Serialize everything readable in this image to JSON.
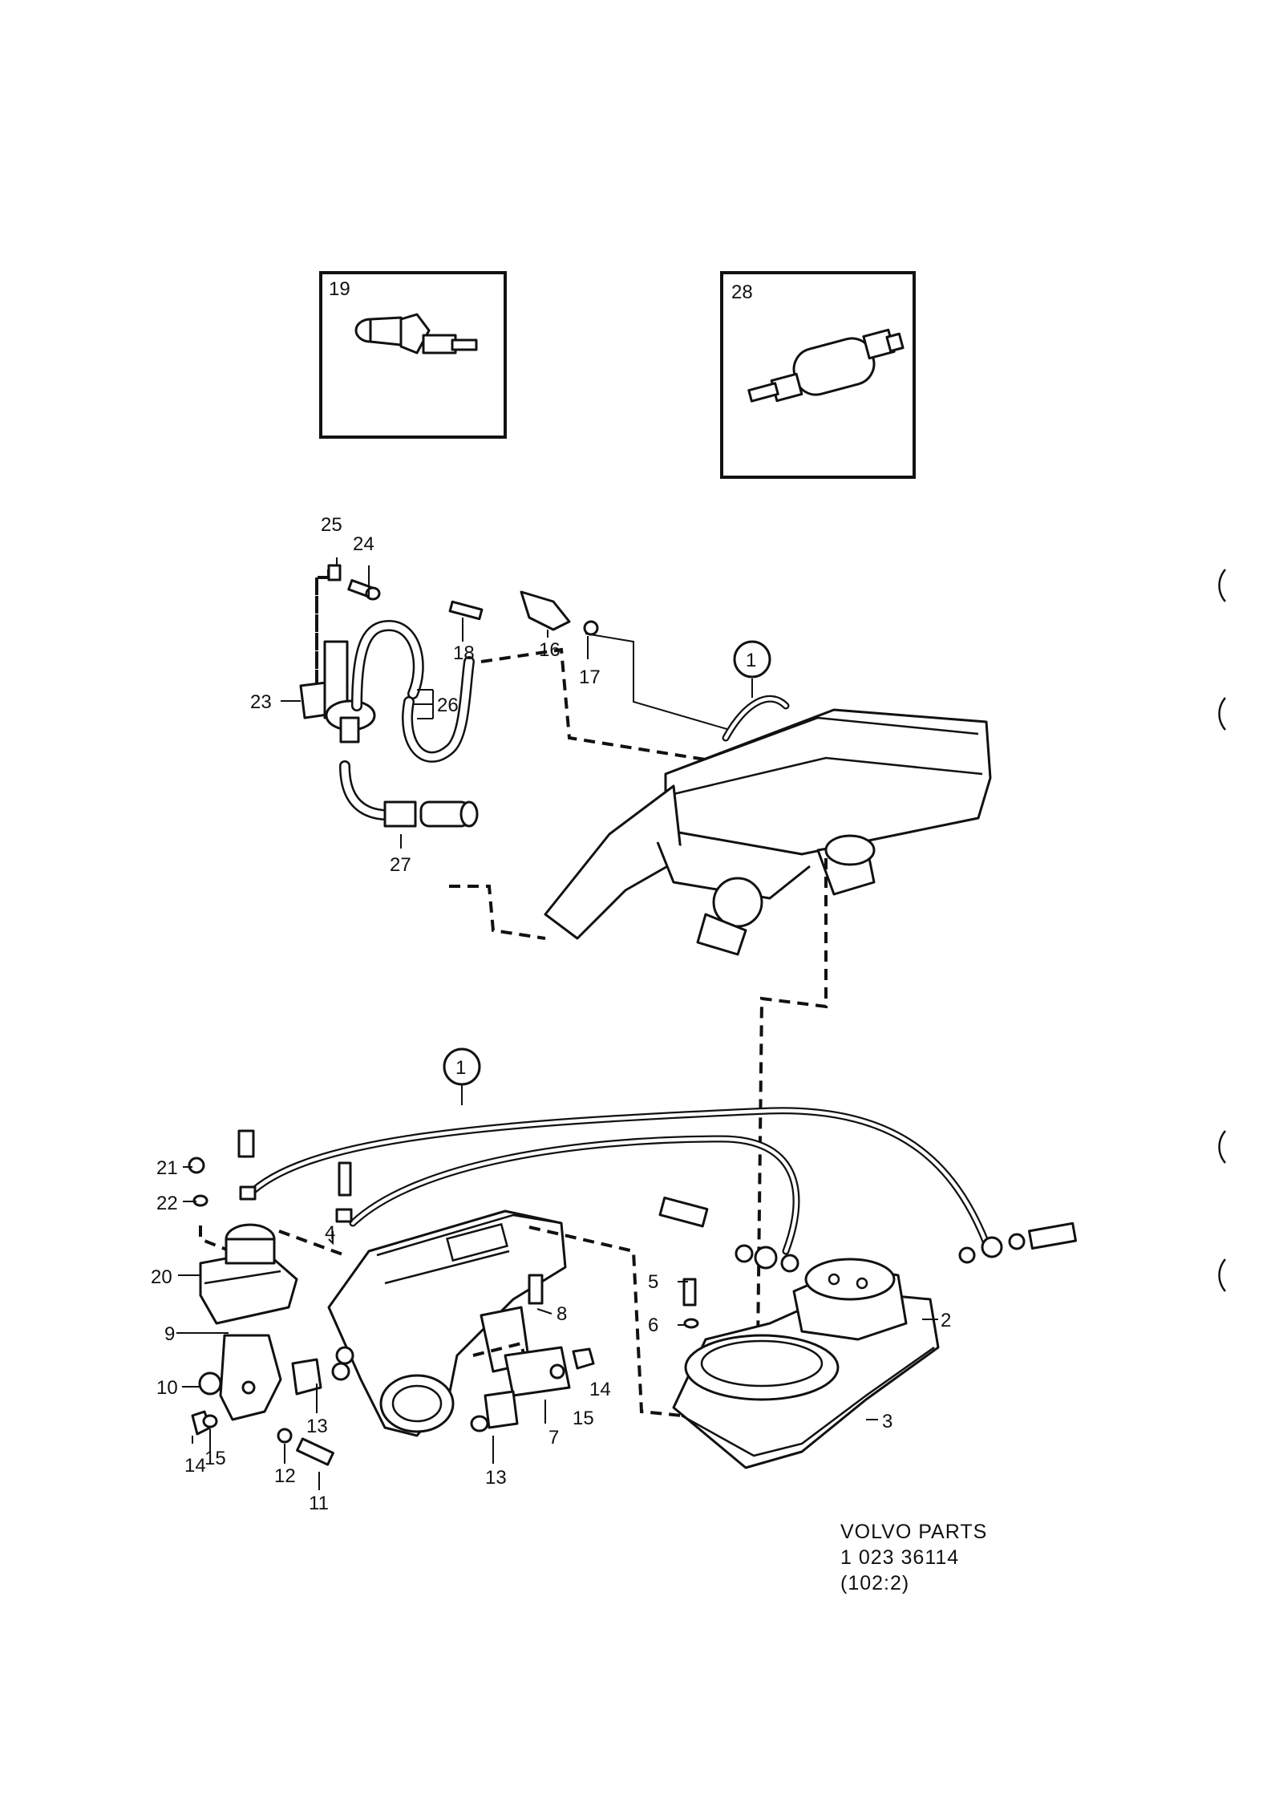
{
  "insets": [
    {
      "label": "19"
    },
    {
      "label": "28"
    }
  ],
  "callouts": {
    "c1_top": "1",
    "c1_bottom": "1",
    "c2": "2",
    "c3": "3",
    "c4": "4",
    "c5": "5",
    "c6": "6",
    "c7": "7",
    "c8": "8",
    "c9": "9",
    "c10": "10",
    "c11": "11",
    "c12": "12",
    "c13a": "13",
    "c13b": "13",
    "c14a": "14",
    "c14b": "14",
    "c15a": "15",
    "c15b": "15",
    "c16": "16",
    "c17": "17",
    "c18": "18",
    "c20": "20",
    "c21": "21",
    "c22": "22",
    "c23": "23",
    "c24": "24",
    "c25": "25",
    "c26": "26",
    "c27": "27"
  },
  "caption": {
    "line1": "VOLVO PARTS",
    "line2": "1  023  36114",
    "line3": "(102:2)"
  },
  "icons": [
    "sensor-19-icon",
    "valve-28-icon",
    "intake-manifold-icon",
    "air-flow-meter-icon"
  ]
}
